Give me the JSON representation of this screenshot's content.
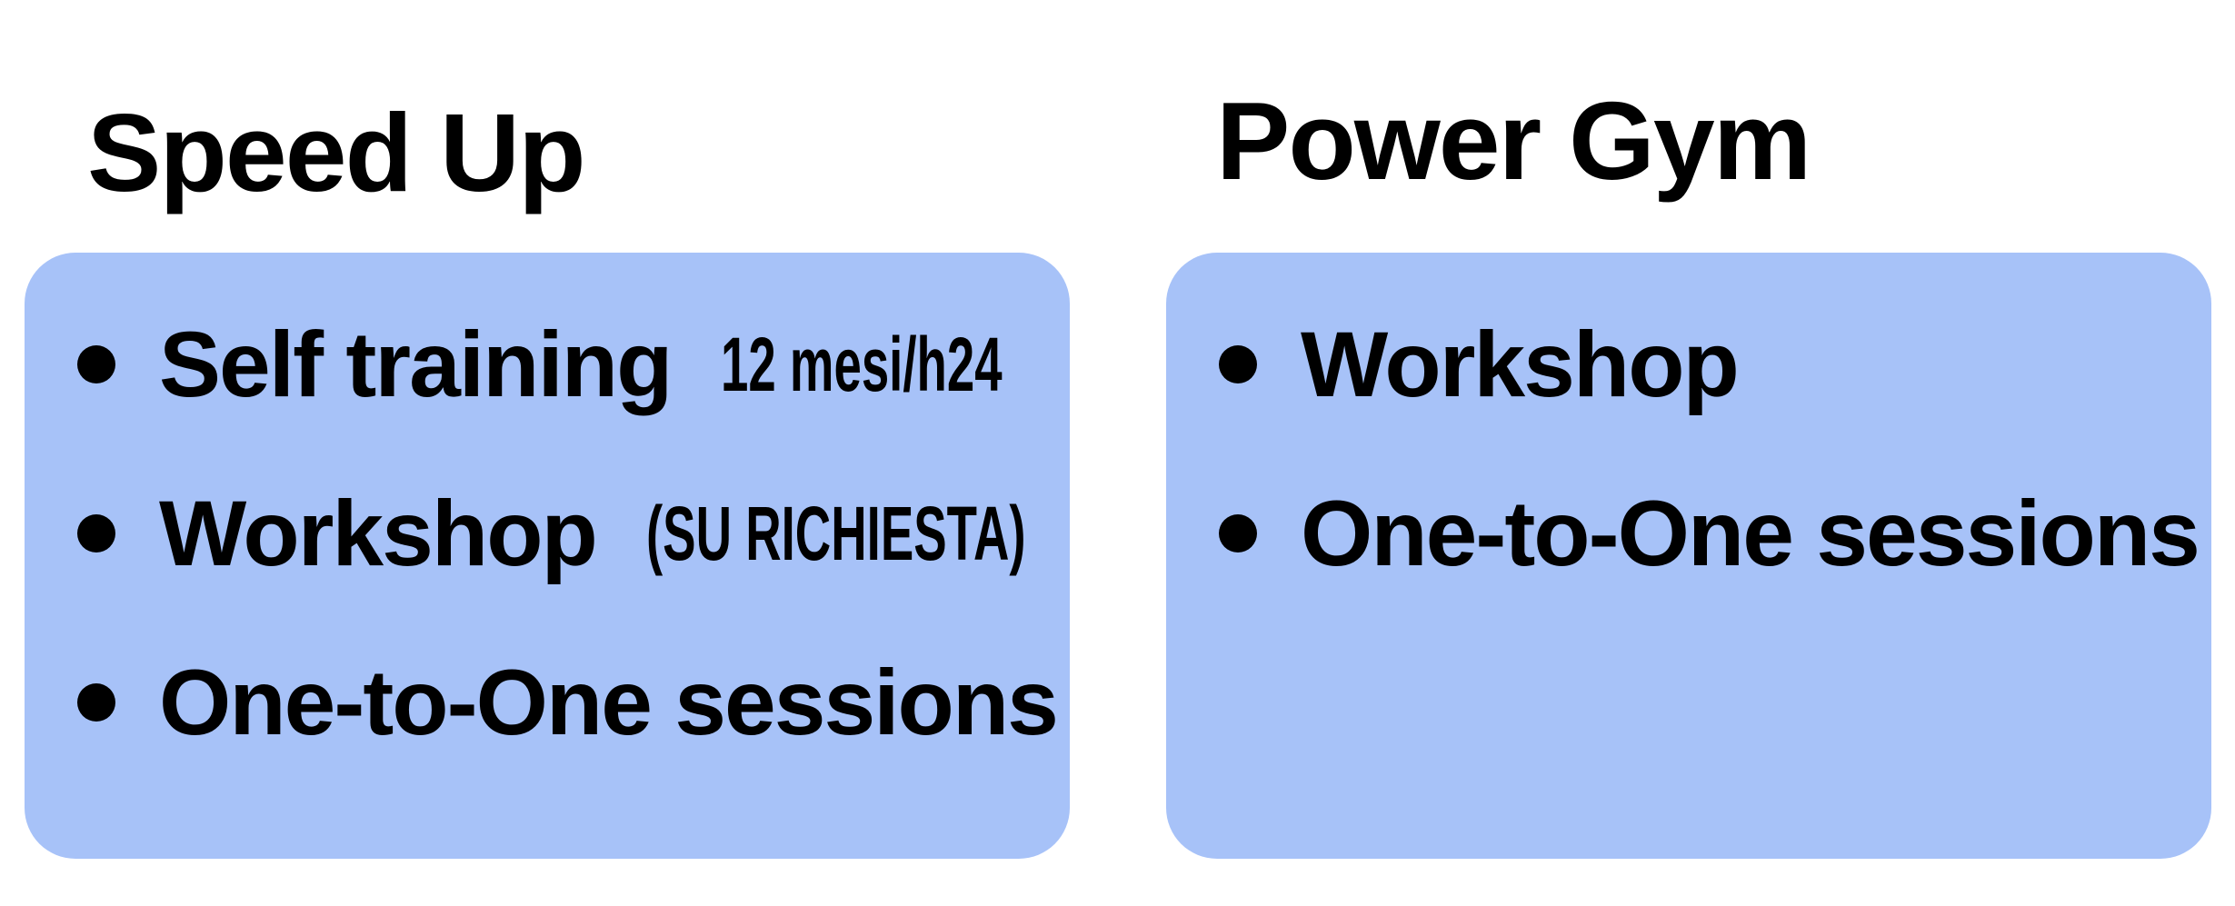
{
  "colors": {
    "card_background": "#a7c2f8",
    "text": "#000000",
    "page_background": "#ffffff"
  },
  "cards": [
    {
      "title": "Speed Up",
      "items": [
        {
          "text": "Self training",
          "note": "12 mesi/h24"
        },
        {
          "text": "Workshop",
          "note": "(SU RICHIESTA)"
        },
        {
          "text": "One-to-One sessions",
          "note": ""
        }
      ]
    },
    {
      "title": "Power Gym",
      "items": [
        {
          "text": "Workshop",
          "note": ""
        },
        {
          "text": "One-to-One sessions",
          "note": ""
        }
      ]
    }
  ]
}
